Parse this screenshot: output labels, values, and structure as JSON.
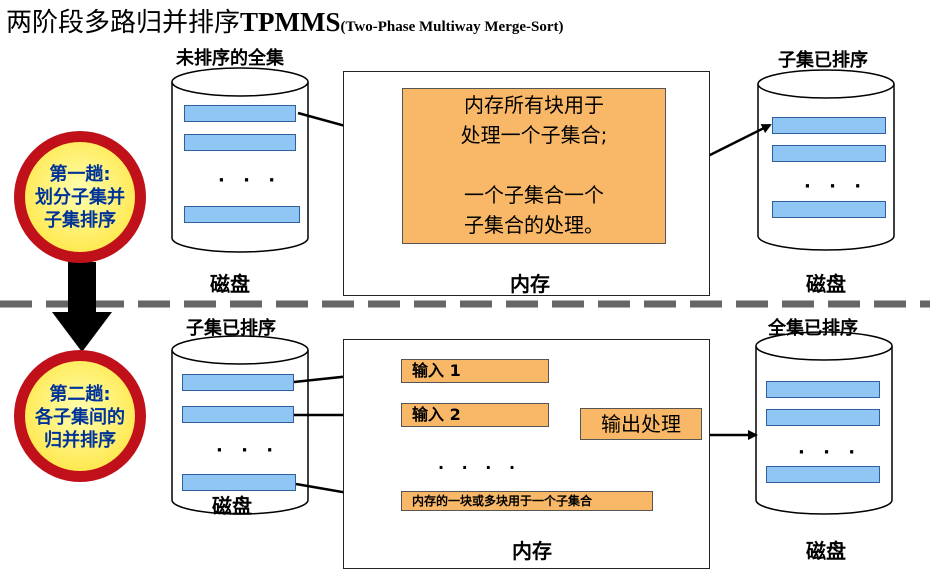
{
  "title": {
    "main": "两阶段多路归并排序",
    "tp": "TPMMS",
    "sub": "(Two-Phase Multiway Merge-Sort)"
  },
  "phase1": {
    "circle": [
      "第一趟:",
      "划分子集并",
      "子集排序"
    ],
    "left_disk": {
      "label": "未排序的全集",
      "bottom": "磁盘",
      "dots": "· · ·"
    },
    "memory": {
      "box_lines": [
        "内存所有块用于",
        "处理一个子集合;",
        "",
        "一个子集合一个",
        "子集合的处理。"
      ],
      "bottom": "内存"
    },
    "right_disk": {
      "label": "子集已排序",
      "bottom": "磁盘",
      "dots": "· · ·"
    }
  },
  "phase2": {
    "circle": [
      "第二趟:",
      "各子集间的",
      "归并排序"
    ],
    "left_disk": {
      "label": "子集已排序",
      "bottom": "磁盘",
      "dots": "· · ·"
    },
    "memory": {
      "input1": "输入 1",
      "input2": "输入 2",
      "dots": "· · · ·",
      "input_n": "内存的一块或多块用于一个子集合",
      "output": "输出处理",
      "bottom": "内存"
    },
    "right_disk": {
      "label": "全集已排序",
      "bottom": "磁盘",
      "dots": "· · ·"
    }
  },
  "colors": {
    "bar_fill": "#8FC6F4",
    "bar_border": "#2F5E9E",
    "orange": "#F9B868",
    "circle_ring": "#C0101A",
    "circle_fill": "#FFF48C",
    "circle_text": "#003399"
  }
}
